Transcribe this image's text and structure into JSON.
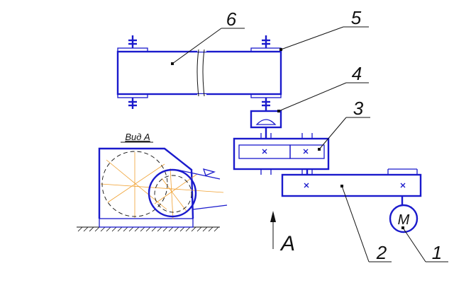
{
  "labels": {
    "motor": "1",
    "belt_drive": "2",
    "gearbox": "3",
    "coupling": "4",
    "drive_drum": "5",
    "conveyor_belt": "6",
    "motor_symbol": "M",
    "view_arrow": "A",
    "view_caption": "Вид А"
  },
  "colors": {
    "outline": "#1a1acc",
    "leader": "#111111",
    "construction": "#f0a030",
    "background": "#ffffff"
  }
}
